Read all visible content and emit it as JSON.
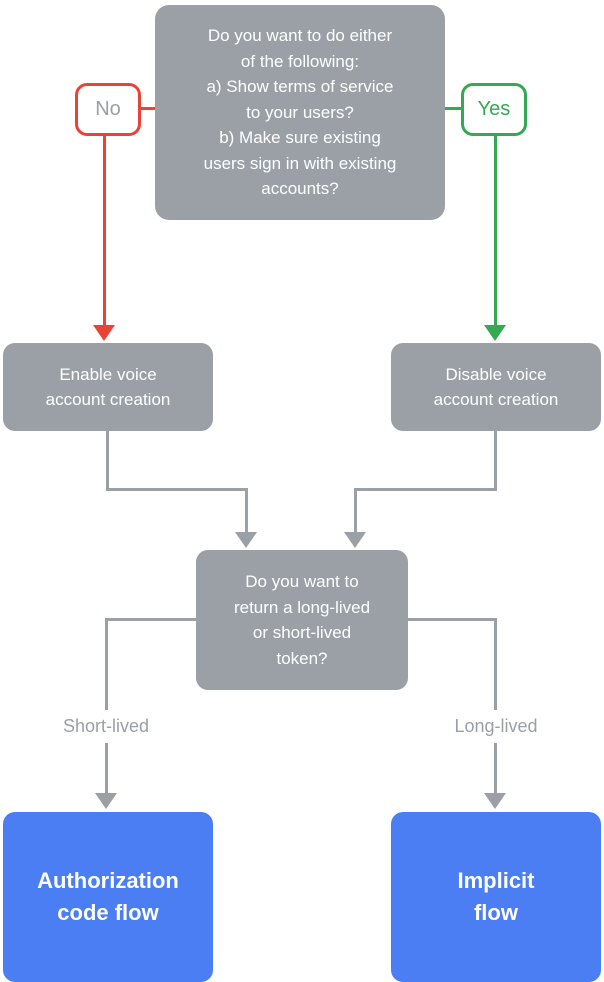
{
  "diagram": {
    "top_question": "Do you want to do either\nof the following:\na) Show terms of service\nto your users?\nb) Make sure existing\nusers sign in with existing\naccounts?",
    "no_label": "No",
    "yes_label": "Yes",
    "enable_node": "Enable voice\naccount creation",
    "disable_node": "Disable voice\naccount creation",
    "token_question": "Do you want to\nreturn a long-lived\nor short-lived\ntoken?",
    "short_lived_label": "Short-lived",
    "long_lived_label": "Long-lived",
    "auth_code_node": "Authorization\ncode flow",
    "implicit_node": "Implicit\nflow"
  },
  "colors": {
    "node_gray": "#9AA0A6",
    "connector_gray": "#9AA0A6",
    "no_red": "#EA4335",
    "yes_green": "#34A853",
    "result_blue": "#4C7EF3",
    "node_text": "#FFFFFF",
    "label_gray": "#9AA0A6"
  }
}
